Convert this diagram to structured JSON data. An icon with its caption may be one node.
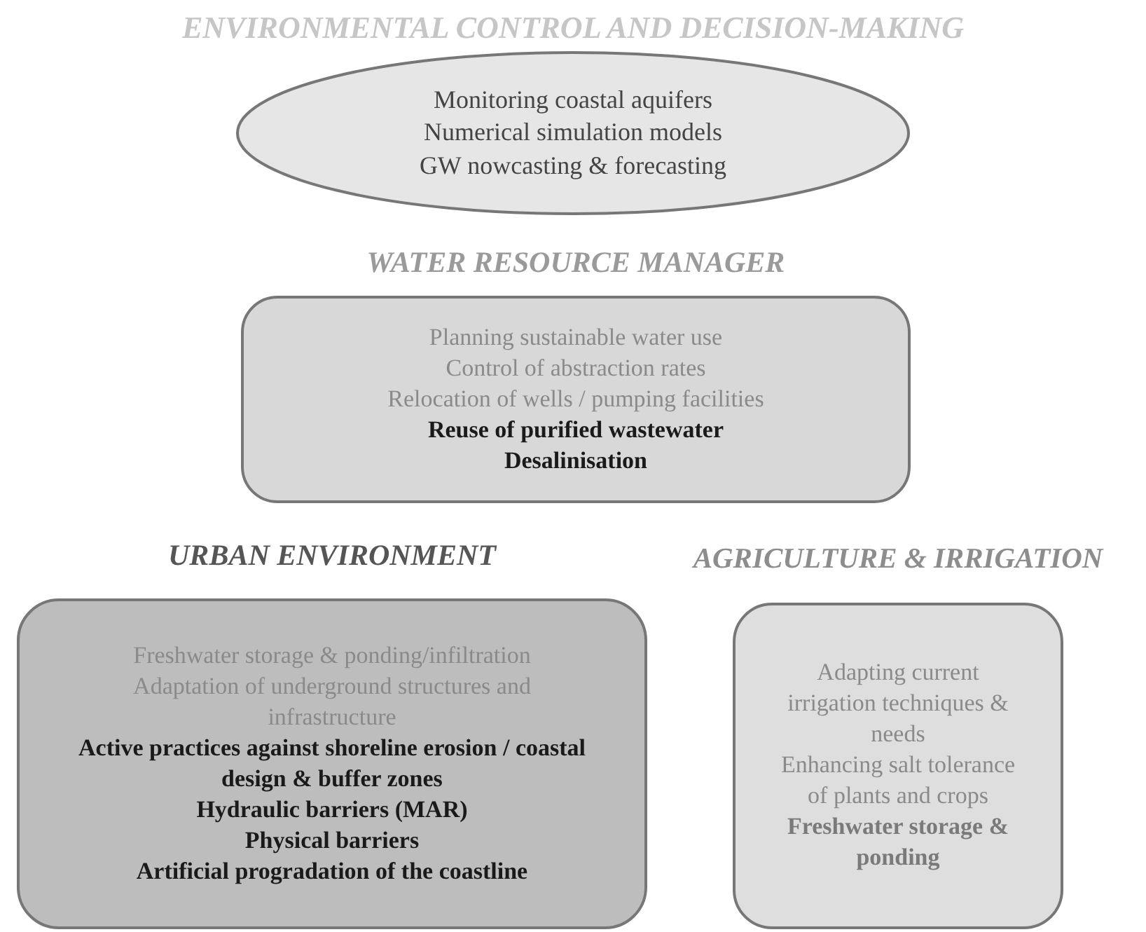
{
  "diagram": {
    "nodes": [
      {
        "text": [
          "ENVIRONMENTAL CONTROL AND DECISION-MAKING",
          "Monitoring coastal aquifers",
          "Numerical simulation models",
          "GW nowcasting & forecasting"
        ]
      },
      {
        "text": [
          "WATER RESOURCE MANAGER",
          "Planning sustainable water use",
          "Control of abstraction rates",
          "Relocation of wells / pumping  facilities",
          "**Reuse of purified wastewater**",
          "**Desalinisation**"
        ]
      },
      {
        "text": [
          "URBAN ENVIRONMENT",
          "Freshwater storage & ponding/infiltration",
          "Adaptation of underground  structures and infrastructure",
          "**Active practices against shoreline erosion / coastal design & buffer zones**",
          "**Hydraulic barriers (MAR)**",
          "**Physical barriers**",
          "**Artificial progradation of the coastline**"
        ]
      },
      {
        "text": [
          "AGRICULTURE & IRRIGATION",
          "Adapting current irrigation techniques & needs",
          "Enhancing salt tolerance of plants and crops",
          "**Freshwater storage & ponding**"
        ]
      }
    ]
  }
}
